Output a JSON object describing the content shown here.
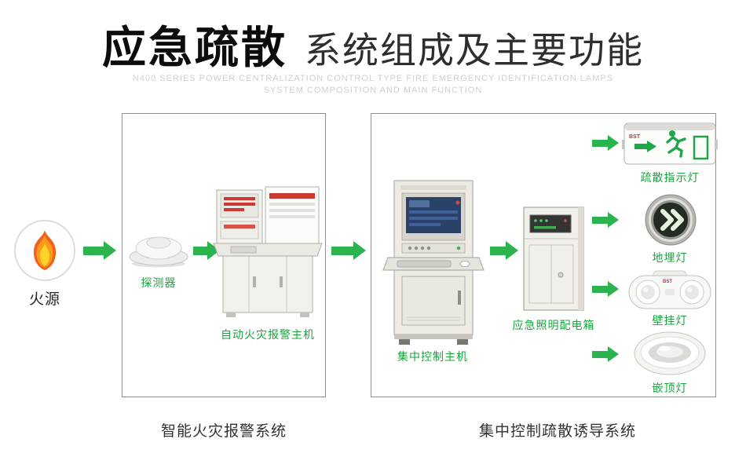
{
  "colors": {
    "accent_green": "#2bb34d",
    "label_green": "#18a43e",
    "title_black": "#0c0c0c",
    "subtitle_gray": "#cfcfcf",
    "caption_dark": "#313131"
  },
  "header": {
    "title_main": "应急疏散",
    "title_sub": "系统组成及主要功能",
    "subtitle_line1": "N400 SERIES POWER CENTRALIZATION CONTROL TYPE FIRE EMERGENCY IDENTIFICATION LAMPS",
    "subtitle_line2": "SYSTEM COMPOSITION AND MAIN FUNCTION"
  },
  "diagram": {
    "fire_source_label": "火源",
    "detector_label": "探测器",
    "alarm_host_label": "自动火灾报警主机",
    "box1_caption": "智能火灾报警系统",
    "control_host_label": "集中控制主机",
    "distribution_box_label": "应急照明配电箱",
    "box2_caption": "集中控制疏散诱导系统",
    "brand_text": "BST",
    "lamps": [
      {
        "id": "evacuation-indicator-lamp",
        "label": "疏散指示灯"
      },
      {
        "id": "ground-buried-lamp",
        "label": "地埋灯"
      },
      {
        "id": "wall-mounted-lamp",
        "label": "壁挂灯"
      },
      {
        "id": "ceiling-recessed-lamp",
        "label": "嵌顶灯"
      }
    ]
  },
  "icons": {
    "flame-icon": "stylized orange/yellow flame",
    "flow-arrow": "solid green right-pointing arrow"
  }
}
